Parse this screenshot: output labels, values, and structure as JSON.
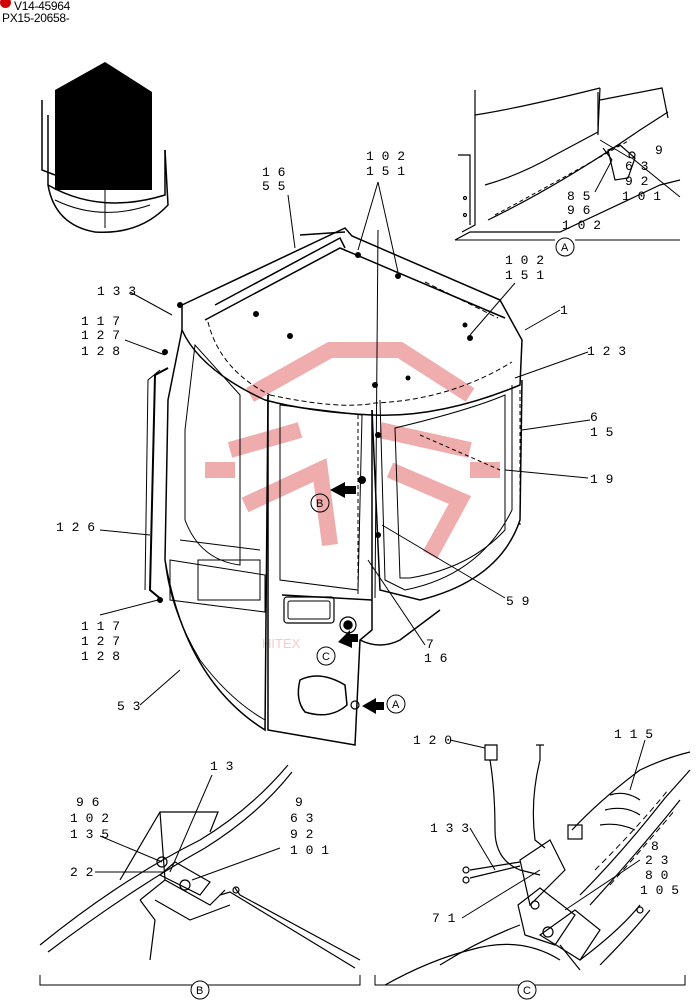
{
  "header": {
    "code_line1": "V14-45964",
    "code_line2": "PX15-20658-"
  },
  "watermark": {
    "text": "HITEX",
    "color": "#e36a6a"
  },
  "detail_refs": {
    "a": "A",
    "b": "B",
    "c": "C"
  },
  "labels": {
    "l16_55": [
      "16",
      "55"
    ],
    "l102_151_top": [
      "102",
      "151"
    ],
    "l102_151_mid": [
      "102",
      "151"
    ],
    "l1": [
      "1"
    ],
    "l133_main": [
      "133"
    ],
    "l117_upper": [
      "117",
      "127",
      "128"
    ],
    "l123": [
      "123"
    ],
    "l6_15": [
      "6",
      "15"
    ],
    "l19": [
      "19"
    ],
    "l126": [
      "126"
    ],
    "l59": [
      "59"
    ],
    "l117_lower": [
      "117",
      "127",
      "128"
    ],
    "l7_16": [
      "7",
      "16"
    ],
    "l53": [
      "53"
    ],
    "a_right": [
      "9",
      "63",
      "92",
      "101"
    ],
    "a_left": [
      "85",
      "96",
      "102"
    ],
    "b_13": [
      "13"
    ],
    "b_left": [
      "96",
      "102",
      "135"
    ],
    "b_right": [
      "9",
      "63",
      "92",
      "101"
    ],
    "b_22": [
      "22"
    ],
    "c_120": [
      "120"
    ],
    "c_115": [
      "115"
    ],
    "c_133": [
      "133"
    ],
    "c_right": [
      "8",
      "23",
      "80",
      "105"
    ],
    "c_71": [
      "71"
    ]
  }
}
